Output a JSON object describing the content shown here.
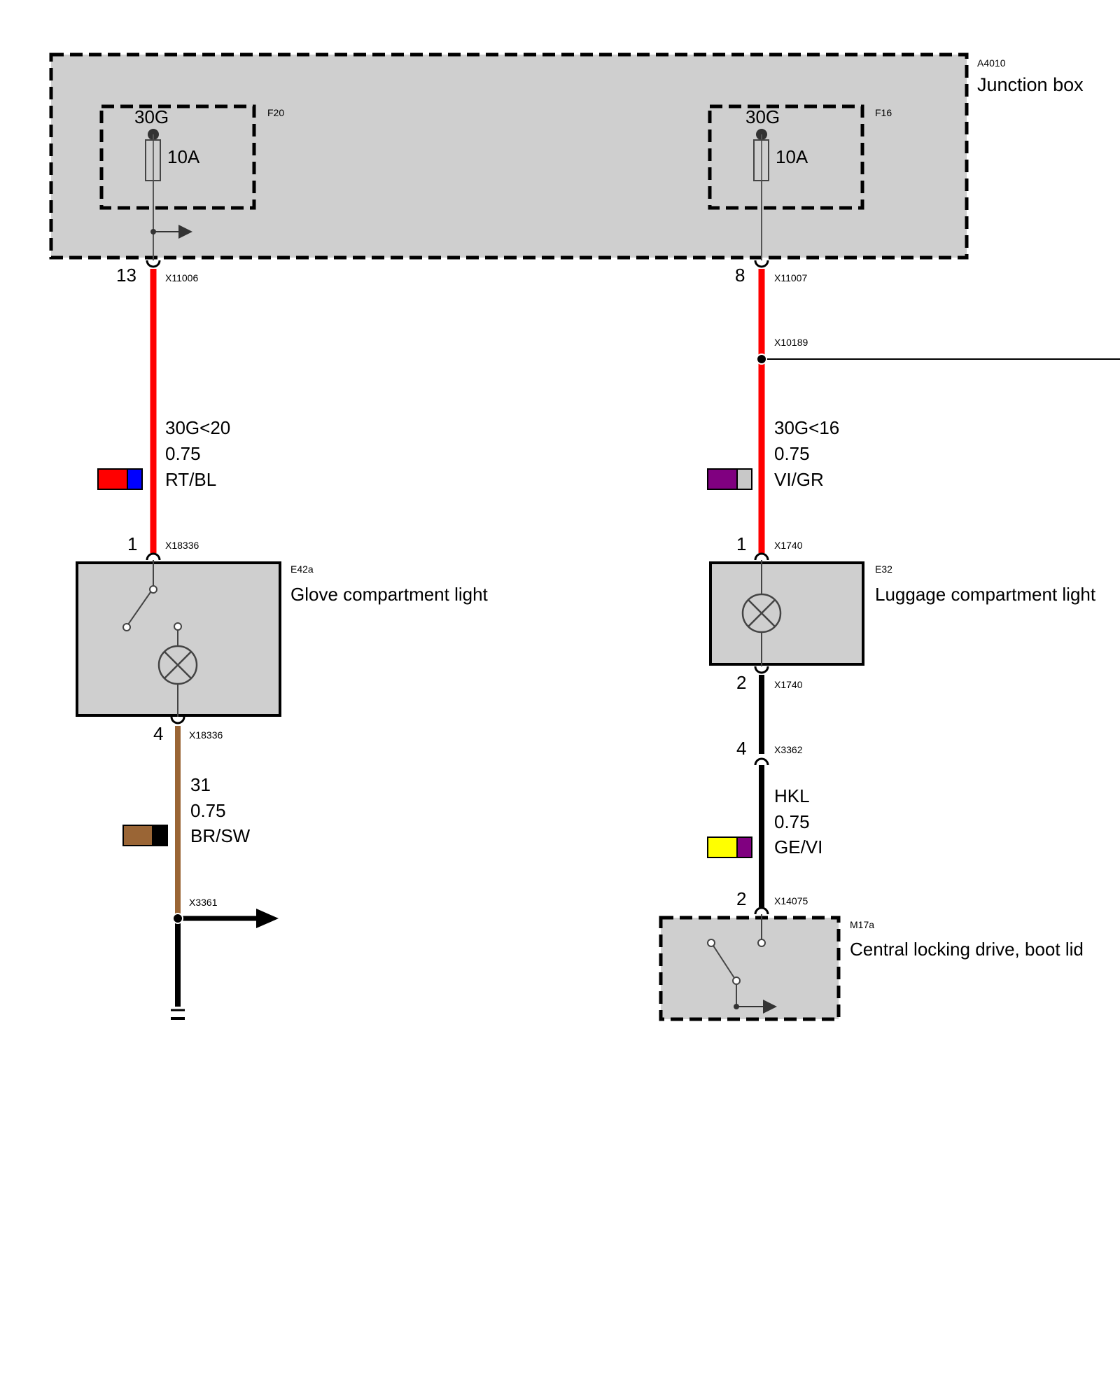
{
  "junction_box": {
    "id": "A4010",
    "name": "Junction box",
    "fuse_f20": {
      "id": "F20",
      "terminal": "30G",
      "rating": "10A",
      "pin": "13",
      "connector": "X11006"
    },
    "fuse_f16": {
      "id": "F16",
      "terminal": "30G",
      "rating": "10A",
      "pin": "8",
      "connector": "X11007"
    }
  },
  "left_branch": {
    "wire_top": {
      "signal": "30G<20",
      "gauge": "0.75",
      "color_code": "RT/BL",
      "colors": [
        "#ff0000",
        "#0000ff"
      ]
    },
    "component": {
      "id": "E42a",
      "name": "Glove compartment light",
      "pin_in": "1",
      "connector_in": "X18336",
      "pin_out": "4",
      "connector_out": "X18336"
    },
    "wire_bottom": {
      "signal": "31",
      "gauge": "0.75",
      "color_code": "BR/SW",
      "colors": [
        "#9a6535",
        "#000000"
      ]
    },
    "splice": {
      "connector": "X3361"
    }
  },
  "right_branch": {
    "splice": {
      "connector": "X10189"
    },
    "wire_top": {
      "signal": "30G<16",
      "gauge": "0.75",
      "color_code": "VI/GR",
      "colors": [
        "#800080",
        "#c8c8c8"
      ]
    },
    "component": {
      "id": "E32",
      "name": "Luggage compartment light",
      "pin_in": "1",
      "connector_in": "X1740",
      "pin_out": "2",
      "connector_out": "X1740"
    },
    "connector_mid": {
      "pin": "4",
      "connector": "X3362"
    },
    "wire_bottom": {
      "signal": "HKL",
      "gauge": "0.75",
      "color_code": "GE/VI",
      "colors": [
        "#ffff00",
        "#800080"
      ]
    },
    "drive": {
      "id": "M17a",
      "name": "Central locking drive, boot lid",
      "pin_in": "2",
      "connector_in": "X14075"
    }
  },
  "colors": {
    "box_fill": "#cfcfcf",
    "wire_red": "#ff0000",
    "wire_brown": "#9a6535",
    "wire_black": "#000000"
  }
}
